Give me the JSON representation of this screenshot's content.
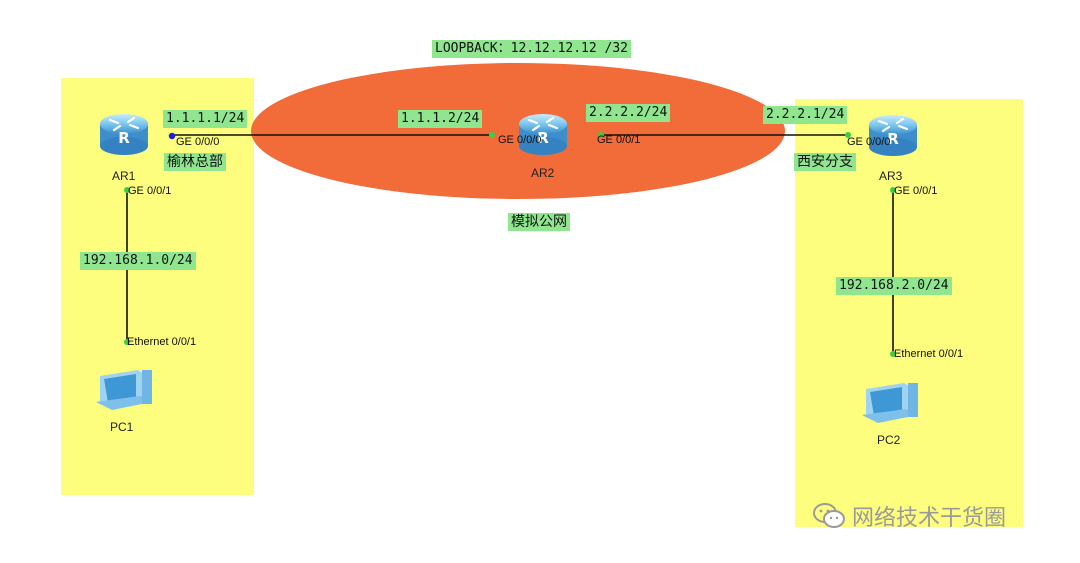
{
  "colors": {
    "site_zone": "#fdfd7e",
    "public_network": "#f26c3a",
    "label_bg": "#8fe68f",
    "link": "#111111",
    "port_dot_active": "#1e1ed8",
    "port_dot": "#3ecf3e",
    "router": "#4fa6dc",
    "pc": "#4fa6dc"
  },
  "public_network": {
    "label": "模拟公网",
    "loopback": "LOOPBACK：12.12.12.12 /32"
  },
  "sites": {
    "hq": {
      "label": "榆林总部"
    },
    "branch": {
      "label": "西安分支"
    }
  },
  "devices": {
    "ar1": {
      "name": "AR1",
      "icon": "router-icon"
    },
    "ar2": {
      "name": "AR2",
      "icon": "router-icon"
    },
    "ar3": {
      "name": "AR3",
      "icon": "router-icon"
    },
    "pc1": {
      "name": "PC1",
      "icon": "pc-icon"
    },
    "pc2": {
      "name": "PC2",
      "icon": "pc-icon"
    }
  },
  "ip_labels": {
    "ar1_ge000": "1.1.1.1/24",
    "ar2_ge000": "1.1.1.2/24",
    "ar2_ge001": "2.2.2.2/24",
    "ar3_ge000": "2.2.2.1/24",
    "lan1": "192.168.1.0/24",
    "lan2": "192.168.2.0/24"
  },
  "ports": {
    "ar1_ge000": "GE 0/0/0",
    "ar1_ge001": "GE 0/0/1",
    "ar2_ge000": "GE 0/0/0",
    "ar2_ge001": "GE 0/0/1",
    "ar3_ge000": "GE 0/0/0",
    "ar3_ge001": "GE 0/0/1",
    "pc1_eth": "Ethernet 0/0/1",
    "pc2_eth": "Ethernet 0/0/1"
  },
  "watermark": {
    "text": "网络技术干货圈",
    "icon": "wechat-icon"
  }
}
